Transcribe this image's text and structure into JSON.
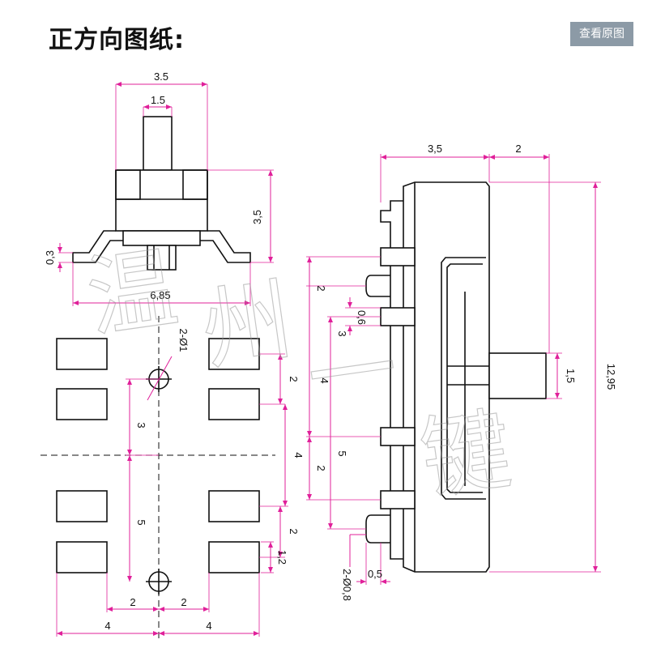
{
  "header": {
    "title": "正方向图纸:",
    "view_original_button": "查看原图"
  },
  "watermark": [
    "温",
    "州",
    "一",
    "键"
  ],
  "dimensions": {
    "top_view": {
      "body_width": "3.5",
      "lever_width": "1.5",
      "body_height": "3,5",
      "lead_thickness": "0,3",
      "overall_width": "6,85"
    },
    "footprint": {
      "hole_spec": "2-Ø1",
      "pad_pitch": "2",
      "hole_to_center": "3",
      "pad_group_span": "4",
      "hole_spacing": "5",
      "pad_gap": "2",
      "pad_height": "1,2",
      "half_center_left": "2",
      "half_center_right": "2",
      "half_width_left": "4",
      "half_width_right": "4"
    },
    "side_view": {
      "top_left": "3,5",
      "top_right": "2",
      "pitch_a": "2",
      "hole_offset": "0,6",
      "pitch_b": "3",
      "pitch_c": "4",
      "pitch_d": "5",
      "pitch_e": "2",
      "lever_height": "1,5",
      "overall_length": "12,95",
      "pin_width": "0,5",
      "pin_spec": "2-Ø0,8"
    }
  },
  "colors": {
    "dimension_line": "#e0209a",
    "outline": "#111111",
    "button_bg": "#8c9aa6"
  }
}
